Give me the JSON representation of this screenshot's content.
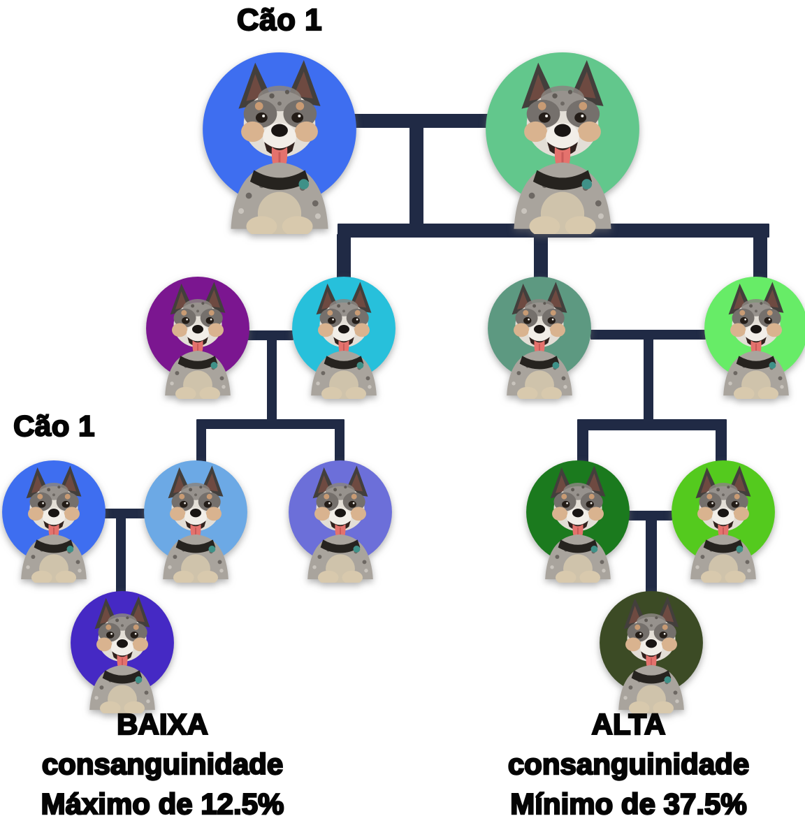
{
  "diagram": {
    "background": "#ffffff",
    "connector_color": "#202a45",
    "text_color": "#050505"
  },
  "labels": {
    "top_dog": "Cão 1",
    "outside_dog": "Cão 1"
  },
  "captions": {
    "low": {
      "title": "BAIXA",
      "subtitle": "consanguinidade",
      "value": "Máximo de 12.5%"
    },
    "high": {
      "title": "ALTA",
      "subtitle": "consanguinidade",
      "value": "Mínimo de 37.5%"
    }
  },
  "nodes": {
    "g1_sire": {
      "color": "#3e6ef0"
    },
    "g1_dam": {
      "color": "#62c78c"
    },
    "g2_mate_purple": {
      "color": "#7b1690"
    },
    "g2_child_cyan": {
      "color": "#27c0db"
    },
    "g2_child_sage": {
      "color": "#5d9981"
    },
    "g2_child_lightgreen": {
      "color": "#67ec67"
    },
    "g3_outside_blue": {
      "color": "#3e6ef0"
    },
    "g3_child_lightblue": {
      "color": "#6ca9e5"
    },
    "g3_child_periwinkle": {
      "color": "#6c6fd9"
    },
    "g3_child_darkgreen": {
      "color": "#1b7a1e"
    },
    "g3_child_brightgreen": {
      "color": "#54ca1e"
    },
    "g4_child_indigo": {
      "color": "#4529c4"
    },
    "g4_child_olive": {
      "color": "#3c4b25"
    }
  }
}
